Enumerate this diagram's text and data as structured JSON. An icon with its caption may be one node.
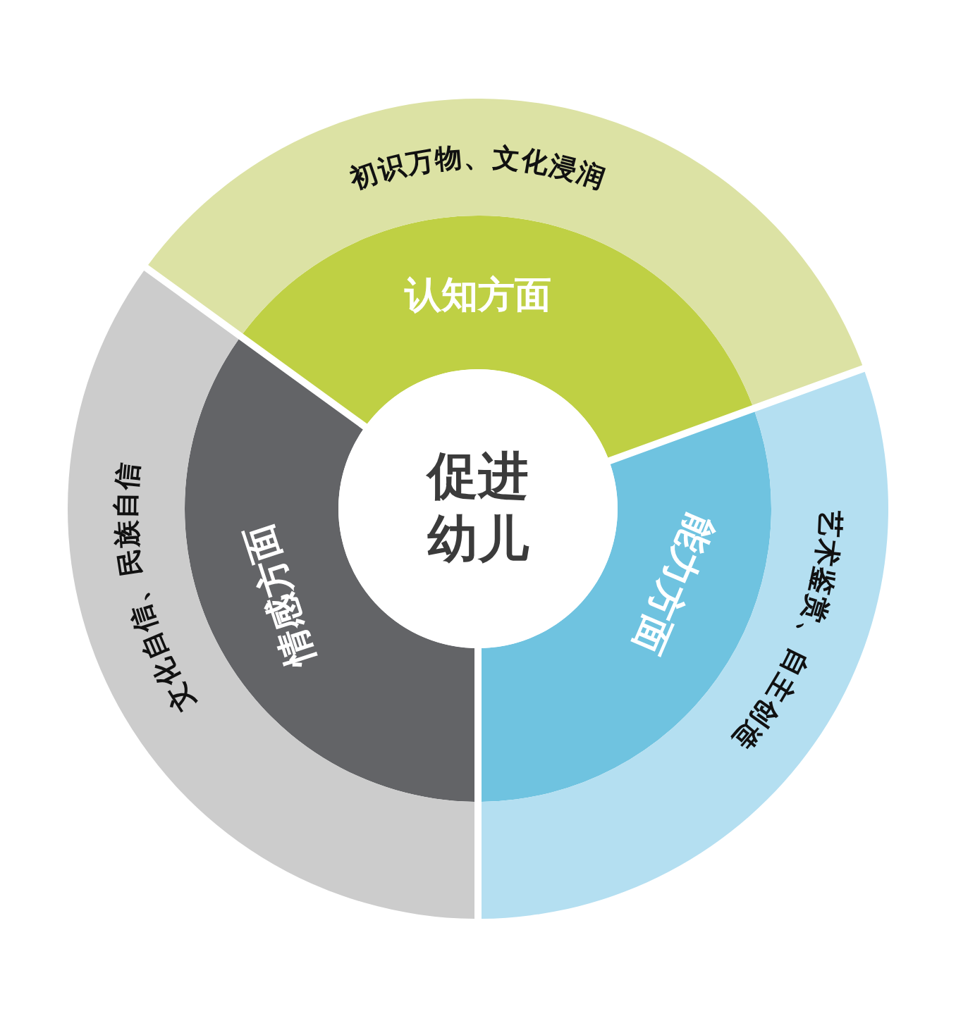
{
  "diagram": {
    "nodes": [
      {
        "text": [
          "促进幼儿"
        ]
      },
      {
        "text": [
          "认知方面"
        ]
      },
      {
        "text": [
          "能力方面"
        ]
      },
      {
        "text": [
          "情感方面"
        ]
      },
      {
        "text": [
          "初识万物、文化浸润"
        ]
      },
      {
        "text": [
          "艺术鉴赏、自主创造"
        ]
      },
      {
        "text": [
          "文化自信、民族自信"
        ]
      }
    ]
  }
}
